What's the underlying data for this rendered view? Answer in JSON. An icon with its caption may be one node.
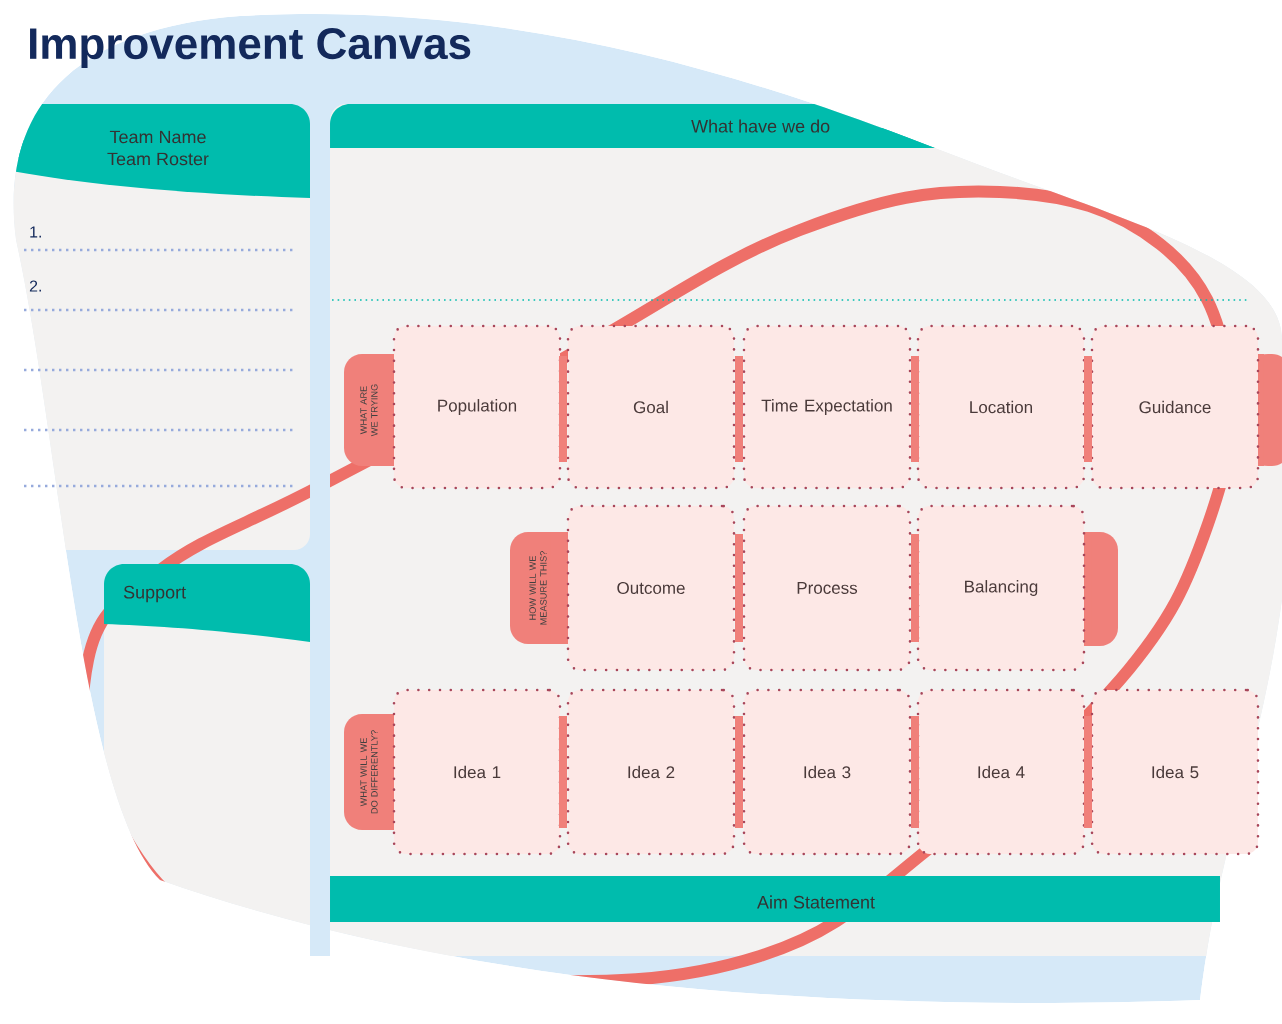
{
  "diagram": {
    "title": "Improvement Canvas",
    "nodes": [
      {
        "text": [
          "Team Name",
          "Team Roster"
        ]
      },
      {
        "text": [
          "What have we do"
        ]
      },
      {
        "text": [
          "WHAT ARE WE TRYING"
        ]
      },
      {
        "text": [
          "Population"
        ]
      },
      {
        "text": [
          "Goal"
        ]
      },
      {
        "text": [
          "Time Expectation"
        ]
      },
      {
        "text": [
          "Location"
        ]
      },
      {
        "text": [
          "Guidance"
        ]
      },
      {
        "text": [
          "HOW WILL WE MEASURE THIS?"
        ]
      },
      {
        "text": [
          "Outcome"
        ]
      },
      {
        "text": [
          "Process"
        ]
      },
      {
        "text": [
          "Balancing"
        ]
      },
      {
        "text": [
          "WHAT WILL WE DO DIFFERENTLY?"
        ]
      },
      {
        "text": [
          "Idea 1"
        ]
      },
      {
        "text": [
          "Idea 2"
        ]
      },
      {
        "text": [
          "Idea 3"
        ]
      },
      {
        "text": [
          "Idea 4"
        ]
      },
      {
        "text": [
          "Idea 5"
        ]
      },
      {
        "text": [
          "Support"
        ]
      },
      {
        "text": [
          "Aim Statement"
        ]
      }
    ],
    "labels": [
      "1.",
      "2."
    ]
  }
}
